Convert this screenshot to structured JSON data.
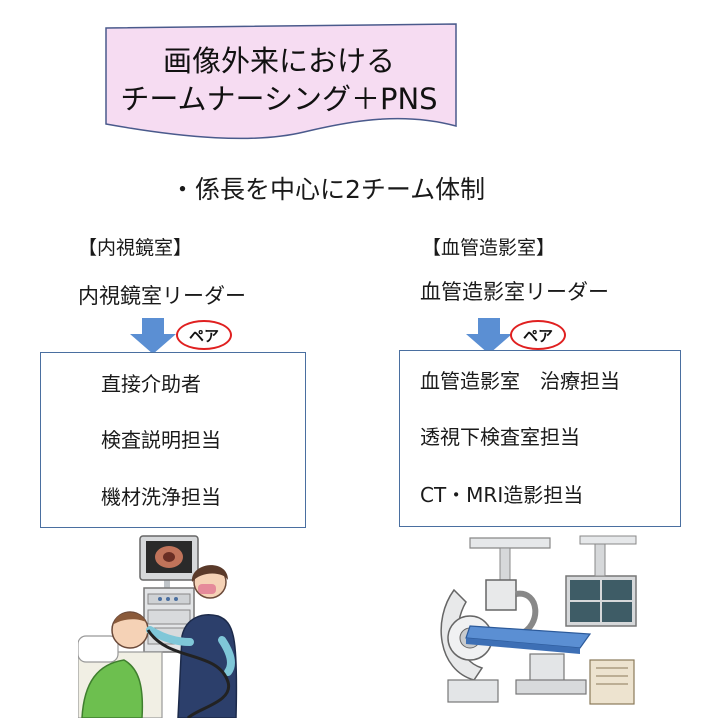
{
  "title": {
    "line1": "画像外来における",
    "line2": "チームナーシング＋PNS",
    "fill_color": "#f6dcf2",
    "border_color": "#4a5a8c"
  },
  "subtitle": "・係長を中心に2チーム体制",
  "teams": [
    {
      "heading": "【内視鏡室】",
      "leader": "内視鏡室リーダー",
      "pair_label": "ペア",
      "duties": [
        "直接介助者",
        "検査説明担当",
        "機材洗浄担当"
      ]
    },
    {
      "heading": "【血管造影室】",
      "leader": "血管造影室リーダー",
      "pair_label": "ペア",
      "duties": [
        "血管造影室　治療担当",
        "透視下検査室担当",
        "CT・MRI造影担当"
      ]
    }
  ],
  "colors": {
    "arrow": "#5b8fd3",
    "pair_ring": "#e02020",
    "box_border": "#4a6fa0"
  },
  "icons": {
    "endoscopy": "endoscopy-nurse-illustration",
    "angiography": "angiography-machine-illustration"
  }
}
